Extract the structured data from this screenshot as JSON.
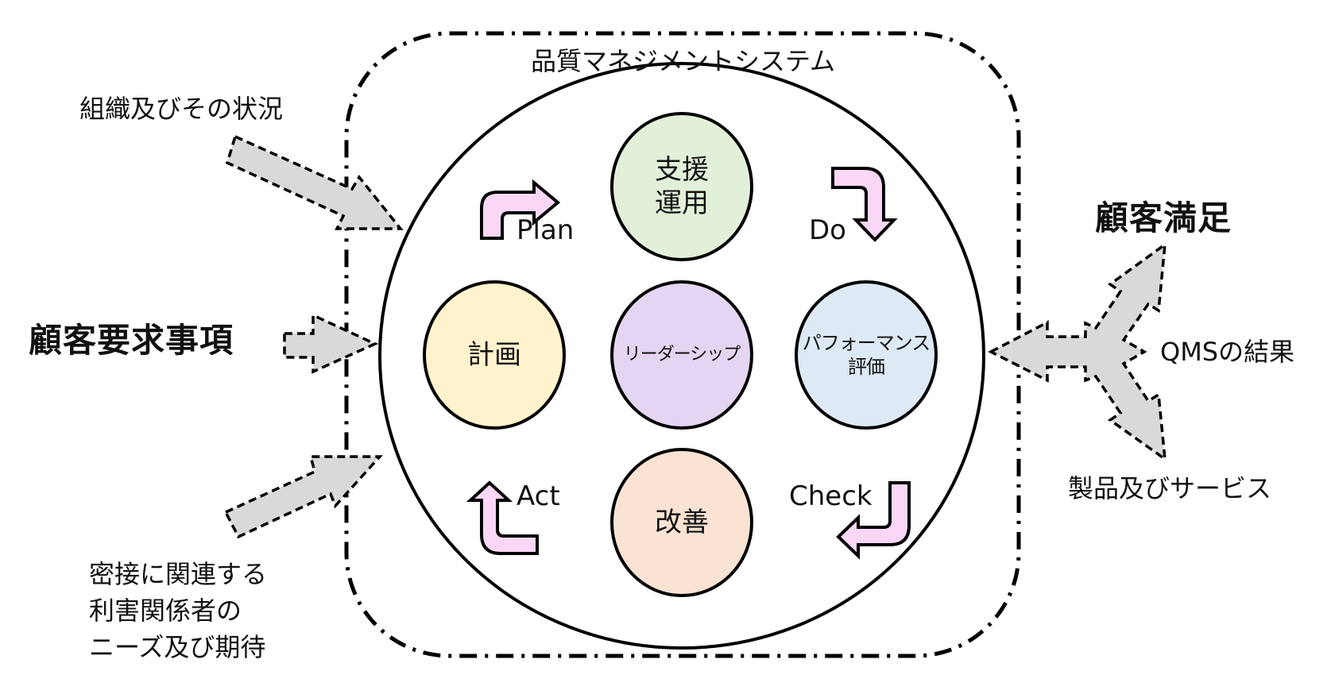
{
  "title": "品質マネジメントシステム",
  "inputs": {
    "organization_context": "組織及びその状況",
    "customer_requirements": "顧客要求事項",
    "interested_parties": [
      "密接に関連する",
      "利害関係者の",
      "ニーズ及び期待"
    ]
  },
  "outputs": {
    "customer_satisfaction": "顧客満足",
    "qms_results": "QMSの結果",
    "products_services": "製品及びサービス"
  },
  "pdca": {
    "plan": "Plan",
    "do": "Do",
    "check": "Check",
    "act": "Act"
  },
  "circles": {
    "support_operation": {
      "lines": [
        "支援",
        "運用"
      ],
      "color": "#e2efd9"
    },
    "planning": {
      "lines": [
        "計画"
      ],
      "color": "#fff2cc"
    },
    "leadership": {
      "lines": [
        "リーダーシップ"
      ],
      "color": "#e4d5f2"
    },
    "performance_evaluation": {
      "lines": [
        "パフォーマンス",
        "評価"
      ],
      "color": "#dde9f5"
    },
    "improvement": {
      "lines": [
        "改善"
      ],
      "color": "#fbe3d3"
    }
  },
  "colors": {
    "cycle_arrow_fill": "#fbd7f7",
    "io_arrow_fill": "#d9d9d9",
    "stroke": "#000000"
  }
}
